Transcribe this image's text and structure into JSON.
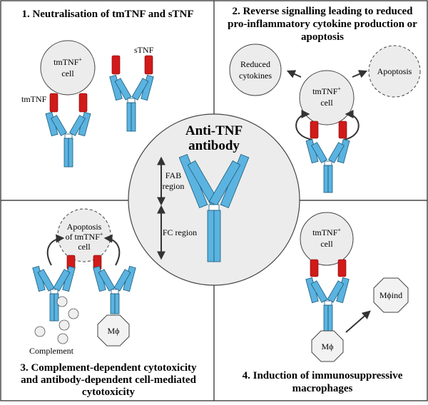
{
  "panel1": {
    "title": "1. Neutralisation of tmTNF and sTNF",
    "cell_label": "tmTNF",
    "cell_sup": "+",
    "cell_label2": "cell",
    "tmtnf_label": "tmTNF",
    "stnf_label": "sTNF"
  },
  "panel2": {
    "title_line1": "2. Reverse signalling leading to reduced",
    "title_line2": "pro-inflammatory cytokine production or",
    "title_line3": "apoptosis",
    "reduced_line1": "Reduced",
    "reduced_line2": "cytokines",
    "apoptosis": "Apoptosis",
    "cell_label": "tmTNF",
    "cell_sup": "+",
    "cell_label2": "cell"
  },
  "center": {
    "title_line1": "Anti-TNF",
    "title_line2": "antibody",
    "fab_line1": "FAB",
    "fab_line2": "region",
    "fc": "FC region"
  },
  "panel3": {
    "title_line1": "3. Complement-dependent cytotoxicity",
    "title_line2": "and antibody-dependent cell-mediated",
    "title_line3": "cytotoxicity",
    "apop_line1": "Apoptosis",
    "apop_line2": "of tmTNF",
    "apop_sup": "+",
    "apop_line3": "cell",
    "complement": "Complement",
    "macrophage": "Mϕ"
  },
  "panel4": {
    "title_line1": "4. Induction of immunosuppressive",
    "title_line2": "macrophages",
    "cell_label": "tmTNF",
    "cell_sup": "+",
    "cell_label2": "cell",
    "macrophage": "Mϕ",
    "induced": "Mϕind"
  },
  "colors": {
    "antibody": "#5bb3e0",
    "tnf": "#d11a1a",
    "cell": "#ececec"
  }
}
